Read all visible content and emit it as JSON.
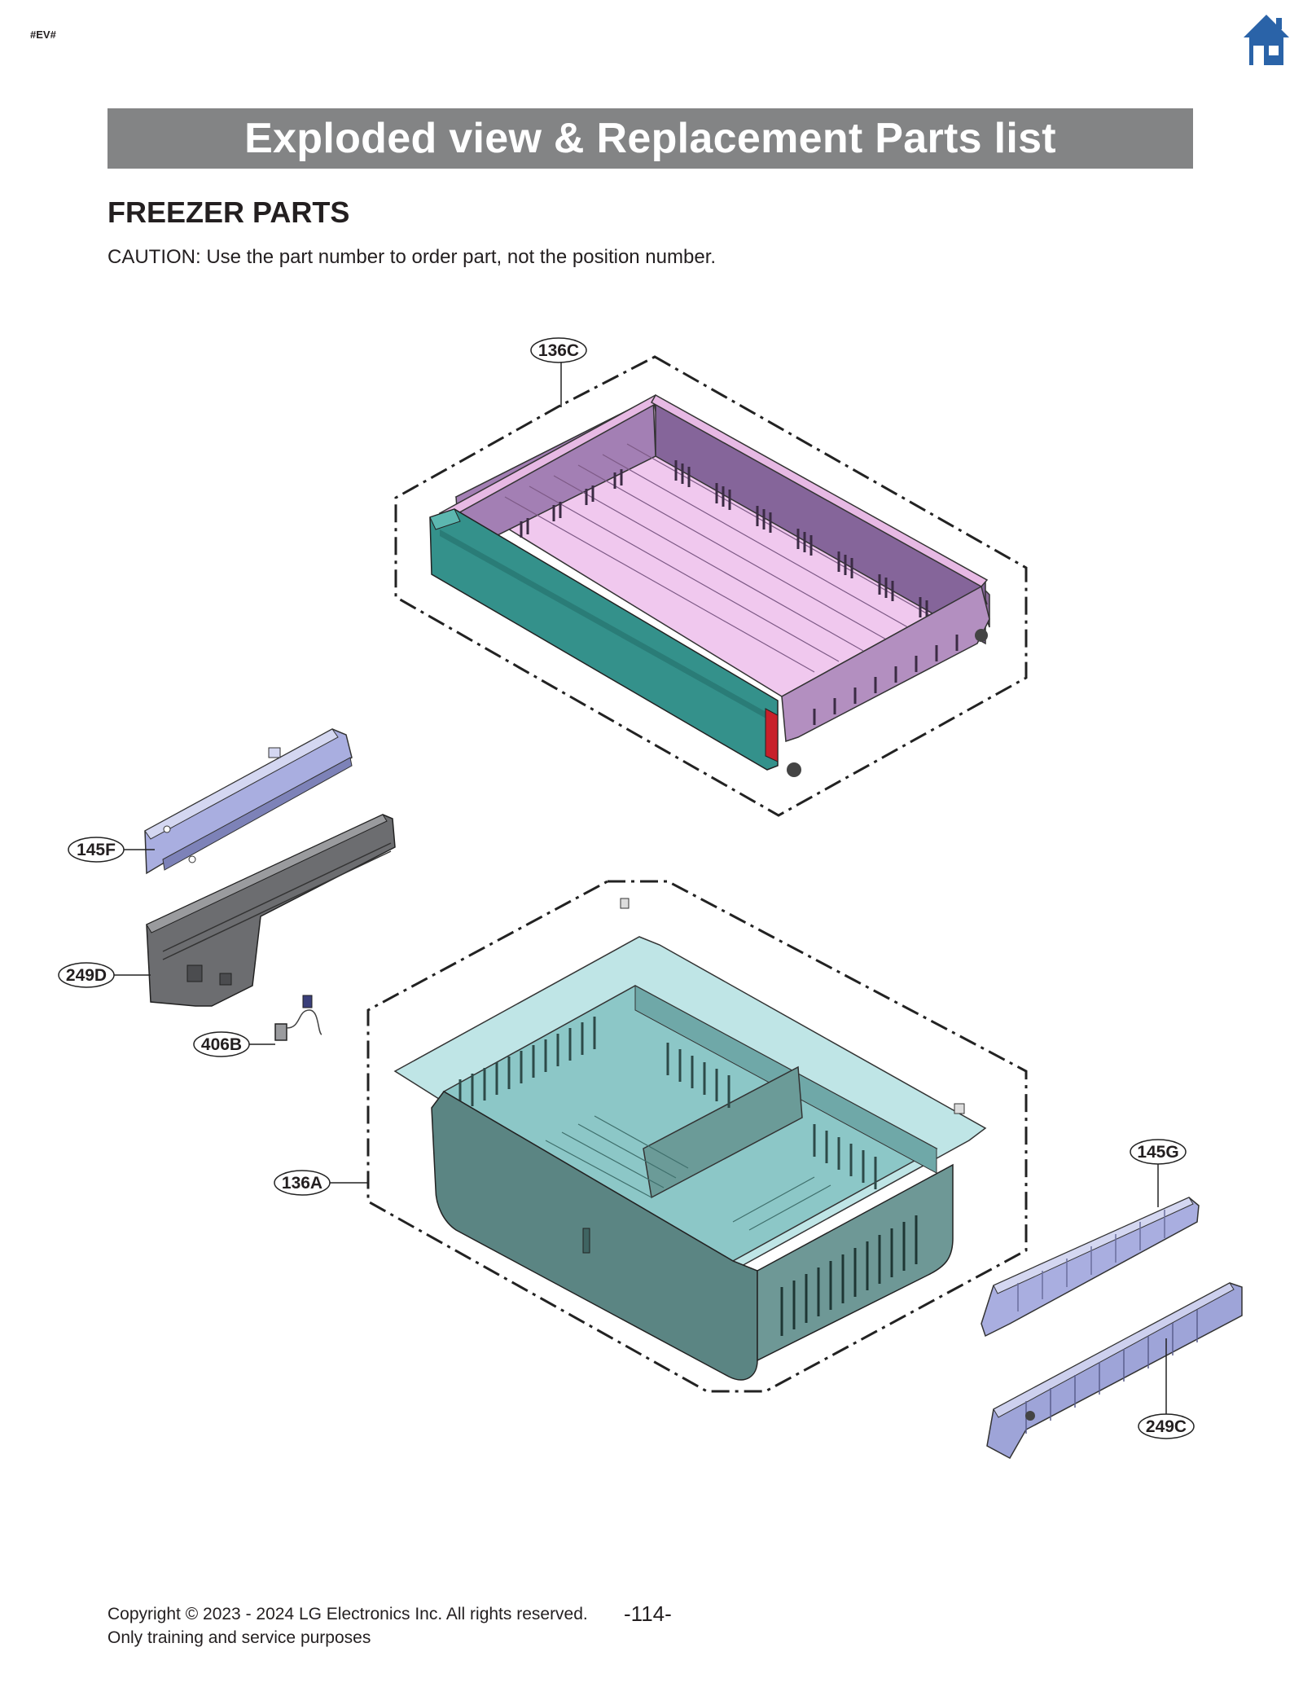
{
  "header": {
    "tag": "#EV#",
    "banner_title": "Exploded view & Replacement Parts list"
  },
  "section": {
    "title": "FREEZER PARTS",
    "caution": "CAUTION: Use the part number to order part, not the position number."
  },
  "callouts": {
    "c136C": "136C",
    "c145F": "145F",
    "c249D": "249D",
    "c406B": "406B",
    "c136A": "136A",
    "c145G": "145G",
    "c249C": "249C"
  },
  "footer": {
    "copyright": "Copyright © 2023 - 2024 LG Electronics Inc. All rights reserved.",
    "page_number": "-114-",
    "purpose": "Only training and service purposes"
  },
  "colors": {
    "banner": "#838485",
    "home_icon": "#2a63a8",
    "upper_bin": "#c9a3cc",
    "upper_bin_front": "#3a9a93",
    "lower_bin": "#7fa9a6",
    "rails": "#9ea4d8",
    "rail_dark": "#5b5c5e"
  }
}
